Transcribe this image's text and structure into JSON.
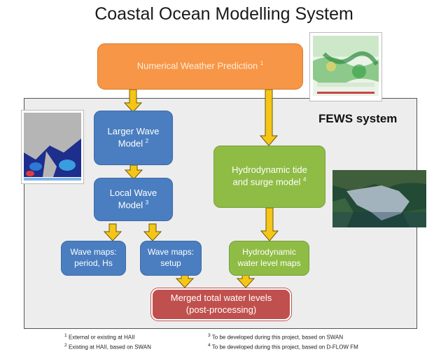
{
  "title": "Coastal Ocean Modelling System",
  "fews_label": "FEWS system",
  "boxes": {
    "nwp": "Numerical Weather Prediction",
    "nwp_sup": "1",
    "larger_wave_line1": "Larger Wave",
    "larger_wave_line2": "Model",
    "larger_wave_sup": "2",
    "local_wave_line1": "Local Wave",
    "local_wave_line2": "Model",
    "local_wave_sup": "3",
    "hydro_line1": "Hydrodynamic tide",
    "hydro_line2": "and surge model",
    "hydro_sup": "4",
    "wave_maps_period_line1": "Wave maps:",
    "wave_maps_period_line2": "period, Hs",
    "wave_maps_setup_line1": "Wave maps:",
    "wave_maps_setup_line2": "setup",
    "hydro_maps_line1": "Hydrodynamic",
    "hydro_maps_line2": "water level maps",
    "merged_line1": "Merged total water levels",
    "merged_line2": "(post-processing)"
  },
  "footnotes": {
    "fn1_num": "1",
    "fn1": "External or existing at HAII",
    "fn2_num": "2",
    "fn2": "Existing at HAII, based on SWAN",
    "fn3_num": "3",
    "fn3": "To be developed during this project, based on SWAN",
    "fn4_num": "4",
    "fn4": "To be developed during this project, based on D-FLOW FM"
  },
  "colors": {
    "orange": "#f79646",
    "blue": "#4a7ec0",
    "green": "#8fbc45",
    "red": "#c0504d",
    "arrow": "#f5c518"
  },
  "images": [
    "weather-map-thumbnail",
    "wave-map-thumbnail",
    "satellite-map-thumbnail"
  ]
}
